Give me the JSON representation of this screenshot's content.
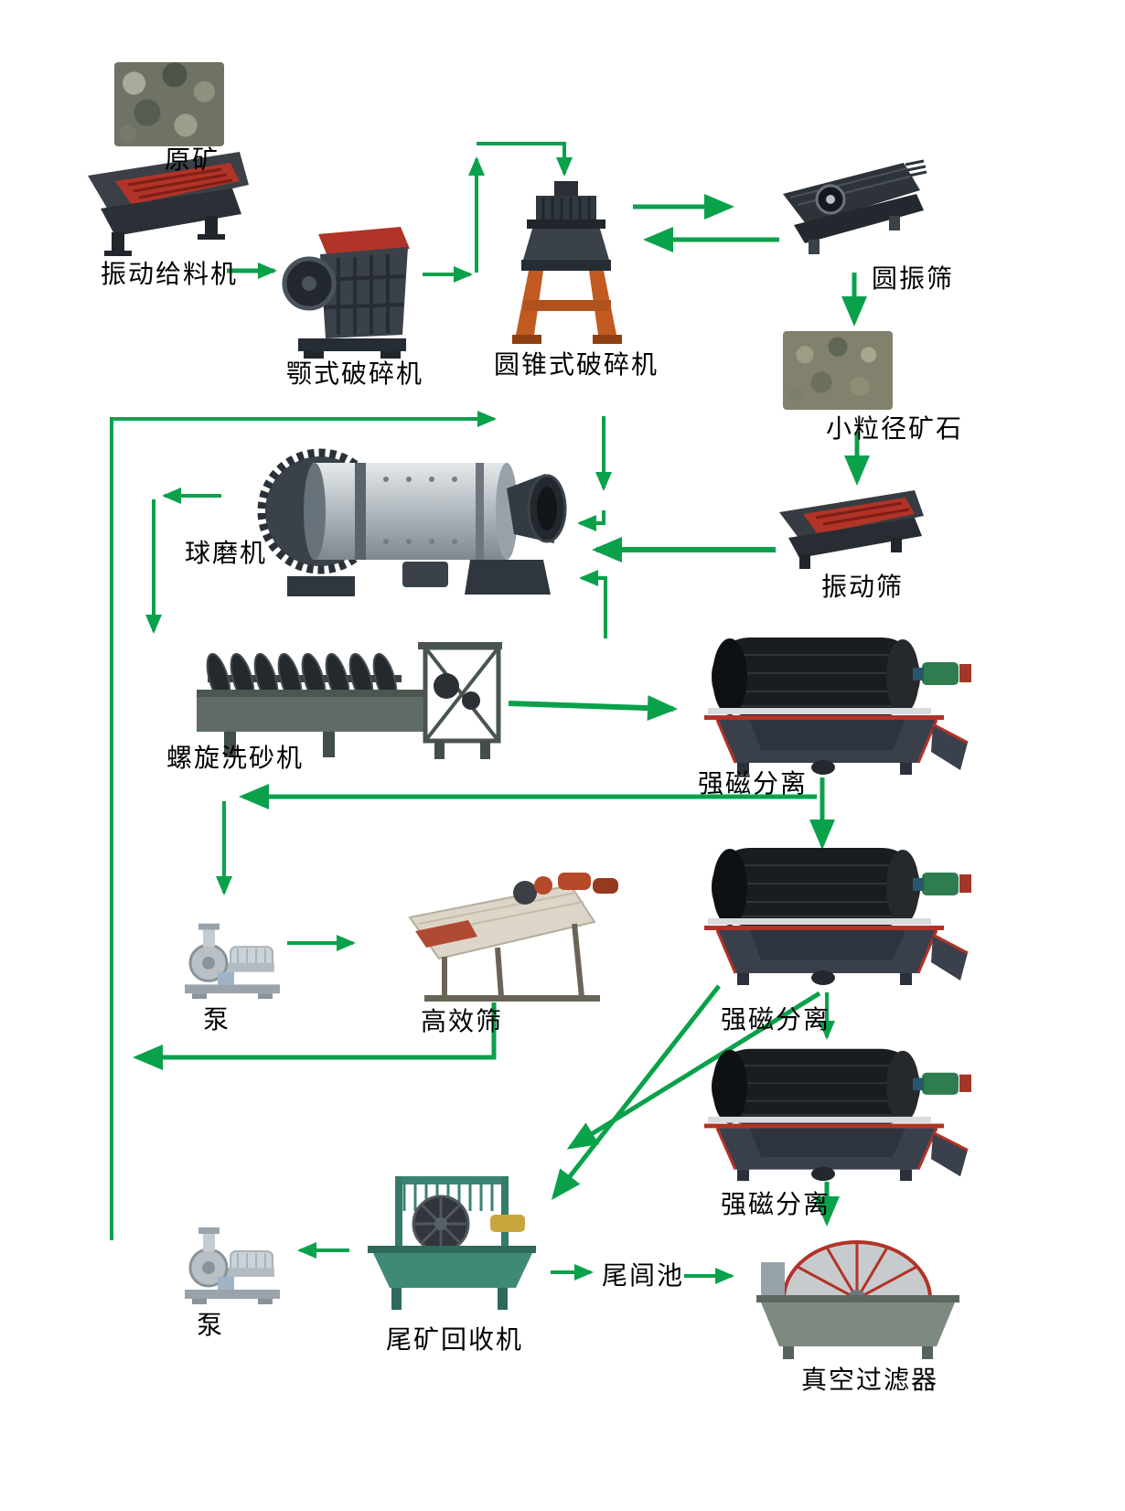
{
  "colors": {
    "arrow_green": "#0aa14b",
    "label_text": "#000000",
    "background": "#ffffff",
    "machine_red": "#b23327",
    "stand_orange": "#c05a20",
    "recovery_green": "#3f8a77"
  },
  "nodes": [
    {
      "id": "raw-ore",
      "label": "原矿",
      "type": "material-photo"
    },
    {
      "id": "vibrating-feeder",
      "label": "振动给料机",
      "type": "machine"
    },
    {
      "id": "jaw-crusher",
      "label": "颚式破碎机",
      "type": "machine"
    },
    {
      "id": "cone-crusher",
      "label": "圆锥式破碎机",
      "type": "machine"
    },
    {
      "id": "circular-vibrating-screen",
      "label": "圆振筛",
      "type": "machine"
    },
    {
      "id": "small-ore",
      "label": "小粒径矿石",
      "type": "material-photo"
    },
    {
      "id": "vibrating-screen",
      "label": "振动筛",
      "type": "machine"
    },
    {
      "id": "ball-mill",
      "label": "球磨机",
      "type": "machine"
    },
    {
      "id": "spiral-sand-washer",
      "label": "螺旋洗砂机",
      "type": "machine"
    },
    {
      "id": "magnetic-separator-1",
      "label": "强磁分离",
      "type": "machine"
    },
    {
      "id": "pump-1",
      "label": "泵",
      "type": "machine"
    },
    {
      "id": "high-efficiency-screen",
      "label": "高效筛",
      "type": "machine"
    },
    {
      "id": "magnetic-separator-2",
      "label": "强磁分离",
      "type": "machine"
    },
    {
      "id": "magnetic-separator-3",
      "label": "强磁分离",
      "type": "machine"
    },
    {
      "id": "pump-2",
      "label": "泵",
      "type": "machine"
    },
    {
      "id": "tailings-recovery-machine",
      "label": "尾矿回收机",
      "type": "machine"
    },
    {
      "id": "tailings-pond",
      "label": "尾闾池",
      "type": "text-only"
    },
    {
      "id": "vacuum-filter",
      "label": "真空过滤器",
      "type": "machine"
    }
  ]
}
